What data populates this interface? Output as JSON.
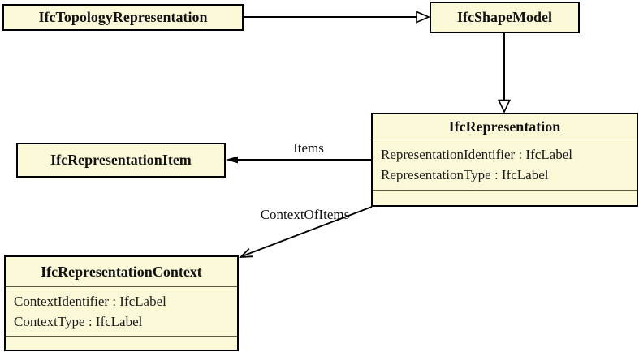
{
  "diagram": {
    "colors": {
      "node_fill": "#FCF9D8",
      "node_border": "#000000",
      "line": "#000000",
      "background": "#FFFFFF"
    },
    "nodes": [
      {
        "name": "IfcTopologyRepresentation",
        "attributes": []
      },
      {
        "name": "IfcShapeModel",
        "attributes": []
      },
      {
        "name": "IfcRepresentation",
        "attributes": [
          "RepresentationIdentifier : IfcLabel",
          "RepresentationType : IfcLabel"
        ]
      },
      {
        "name": "IfcRepresentationItem",
        "attributes": []
      },
      {
        "name": "IfcRepresentationContext",
        "attributes": [
          "ContextIdentifier : IfcLabel",
          "ContextType : IfcLabel"
        ]
      }
    ],
    "edges": [
      {
        "from": "IfcTopologyRepresentation",
        "to": "IfcShapeModel",
        "type": "supertype",
        "label": ""
      },
      {
        "from": "IfcShapeModel",
        "to": "IfcRepresentation",
        "type": "supertype",
        "label": ""
      },
      {
        "from": "IfcRepresentation",
        "to": "IfcRepresentationItem",
        "type": "association",
        "label": "Items"
      },
      {
        "from": "IfcRepresentation",
        "to": "IfcRepresentationContext",
        "type": "association",
        "label": "ContextOfItems"
      }
    ]
  }
}
